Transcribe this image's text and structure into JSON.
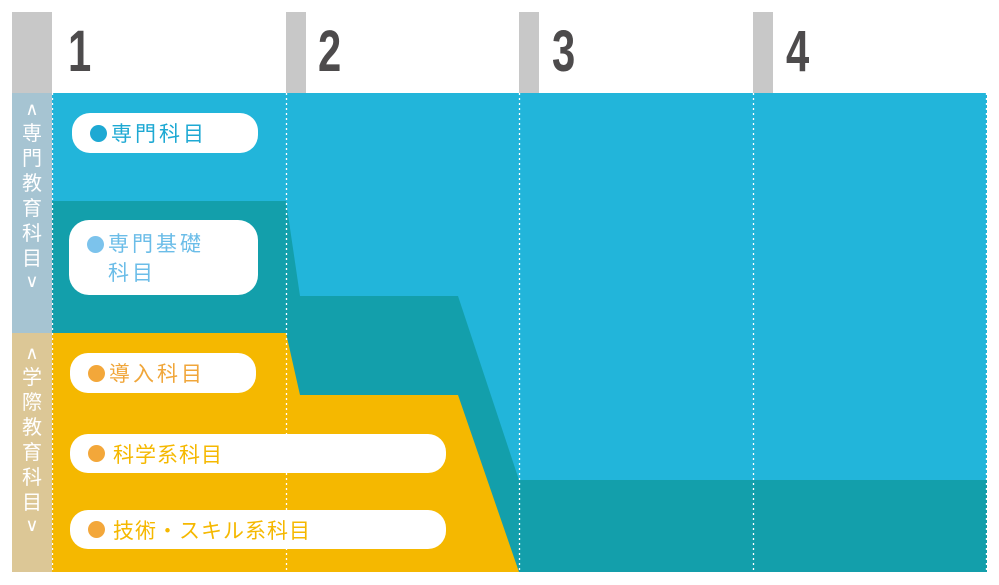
{
  "years": [
    {
      "label": "1"
    },
    {
      "label": "2"
    },
    {
      "label": "3"
    },
    {
      "label": "4"
    }
  ],
  "side_labels": {
    "specialized": {
      "up_arrow": "∧",
      "text": [
        "専",
        "門",
        "教",
        "育",
        "科",
        "目"
      ],
      "down_arrow": "∨"
    },
    "interdisciplinary": {
      "up_arrow": "∧",
      "text": [
        "学",
        "際",
        "教",
        "育",
        "科",
        "目"
      ],
      "down_arrow": "∨"
    }
  },
  "categories": [
    {
      "label": "専門科目",
      "color": "#22b5da",
      "dot_color": "#1ea9d3",
      "text_color": "#1ea9d3"
    },
    {
      "label_line1": "専門基礎",
      "label_line2": "科目",
      "color": "#139fab",
      "dot_color": "#7cc3ec",
      "text_color": "#6bbde8"
    },
    {
      "label": "導入科目",
      "color": "#f5b800",
      "dot_color": "#f3a73a",
      "text_color": "#f0a63a"
    },
    {
      "label": "科学系科目",
      "color": "#f5b800",
      "dot_color": "#f3a73a",
      "text_color": "#f5b800"
    },
    {
      "label": "技術・スキル系科目",
      "color": "#f5b800",
      "dot_color": "#f3a73a",
      "text_color": "#f5b800"
    }
  ],
  "colors": {
    "specialized": "#22b5da",
    "foundation": "#139fab",
    "interdisciplinary": "#f5b800",
    "side_specialized": "#a6c4d2",
    "side_interdisciplinary": "#dcc796",
    "header_bar": "#c8c8c8",
    "year_text": "#4d4b4c"
  }
}
